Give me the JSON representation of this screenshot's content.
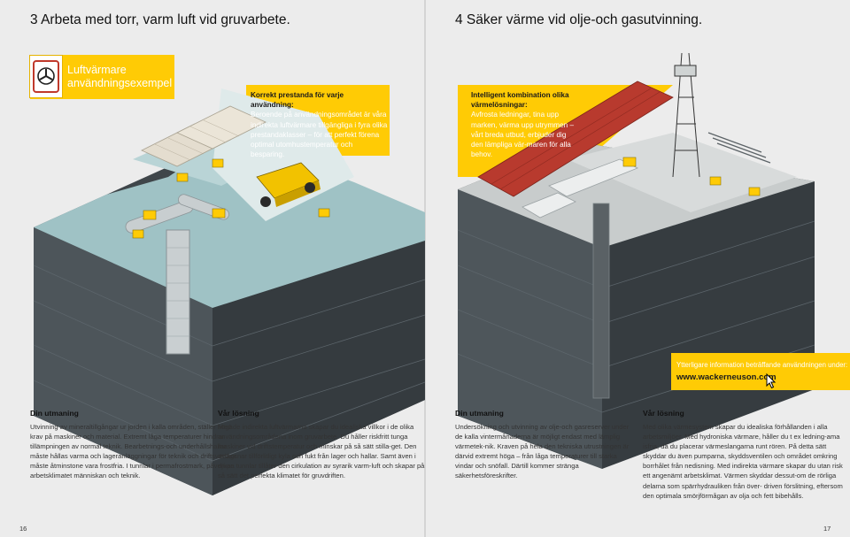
{
  "left_page": {
    "title": "3 Arbeta med torr, varm luft vid gruvarbete.",
    "banner": {
      "line1": "Luftvärmare",
      "line2": "användningsexempel",
      "icon": "heater-fan-icon"
    },
    "callout": {
      "heading": "Korrekt prestanda för varje användning:",
      "body": "Beroende på användningsområdet är våra indirekta luftvärmare tillgängliga i fyra olika prestandaklasser – för att perfekt förena optimal utomhustemperatur och besparing."
    },
    "col1": {
      "heading": "Din utmaning",
      "body": "Utvinning av mineraltillgångar ur jorden i kalla områden, ställer höga krav på maskiner och material. Extremt låga temperaturer hindrar tillämpningen av normal teknik. Bearbetnings-och underhållshallar måste hållas varma och lageranläggningar för teknik och driftsvätskor måste åtminstone vara frostfria. I tunnlar i permafrostmark, påverkar arbetsklimatet människan och teknik."
    },
    "col2": {
      "heading": "Vår lösning",
      "body": "Med de indirekta luftvärmarna skapar du idealiska villkor i de olika användningsområdena inom gruvarbete. Du håller riskfritt tunga maskiner vid driftstemperatur och minskar på så sätt stilla-get. Den avlägsnar tillförlitligt kyla och fukt från lager och hallar. Samt även i djupa tunnlar tillåter den cirkulation av syrarik varm-luft och skapar på så sätt det perfekta klimatet för gruvdriften."
    },
    "page_number": "16"
  },
  "right_page": {
    "title": "4 Säker värme vid olje-och gasutvinning.",
    "callout": {
      "heading": "Intelligent kombination olika värmelösningar:",
      "body": "Avfrosta ledningar, tina upp marken, värma upp utrymmen – vårt breda utbud, erbjuder dig den lämpliga vär-maren för alla behov."
    },
    "info": {
      "line1": "Ytterligare information beträffande användningen under:",
      "url": "www.wackerneuson.com"
    },
    "col1": {
      "heading": "Din utmaning",
      "body": "Undersökning och utvinning av olje-och gasreserver under de kalla vintermånaderna är möjligt endast med lämplig värmetek-nik. Kraven på hela den tekniska utrustningen är därvid extremt höga – från låga temperaturer till starka vindar och snöfall. Därtill kommer stränga säkerhetsföreskrifter."
    },
    "col2": {
      "heading": "Vår lösning",
      "body": "Med olika värmesystem skapar du idealiska förhållanden i alla arbetsmiljöer. Med hydroniska värmare, håller du t ex ledning-ama isfria, då du placerar värmeslangarna runt rören. På detta sätt skyddar du även pumparna, skyddsventilen och området omkring borrhålet från nedisning. Med indirekta värmare skapar du utan risk ett angenämt arbetsklimat. Värmen skyddar dessut-om de rörliga delarna som spärrhydrauliken från över- driven förslitning, eftersom den optimala smörjförmågan av olja och fett bibehålls."
    },
    "page_number": "17"
  },
  "colors": {
    "accent_yellow": "#ffcb05",
    "page_bg": "#ececec",
    "earth_dark": "#3c4246",
    "ice": "#8fb4b8"
  }
}
